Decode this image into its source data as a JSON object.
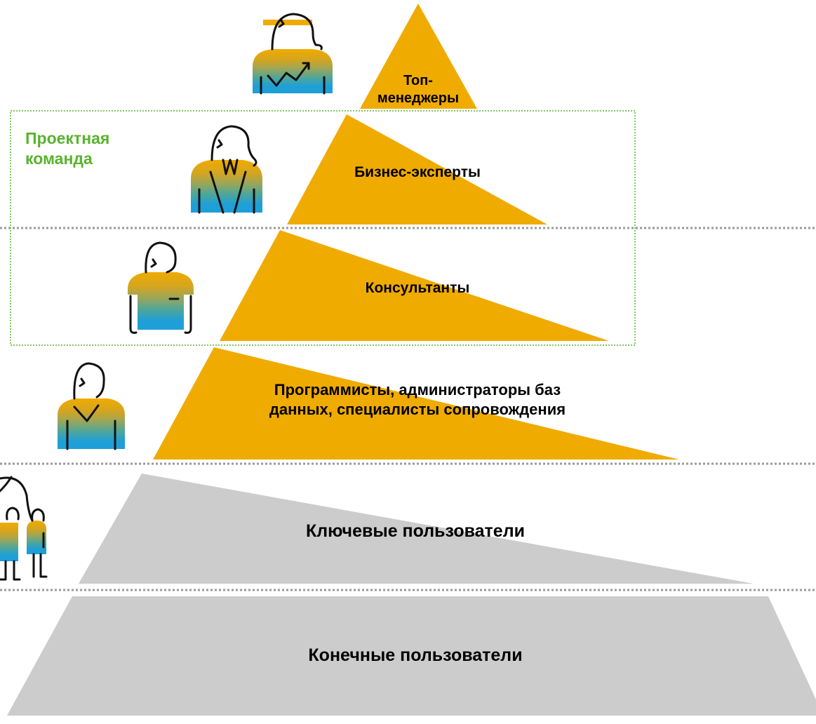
{
  "diagram": {
    "team_label": "Проектная команда",
    "levels": [
      {
        "id": "top-managers",
        "text": "Топ-\nменеджеры",
        "color": "#f0ab00",
        "icon": "woman-chart-icon"
      },
      {
        "id": "business-experts",
        "text": "Бизнес-эксперты",
        "color": "#f0ab00",
        "icon": "businesswoman-icon"
      },
      {
        "id": "consultants",
        "text": "Консультанты",
        "color": "#f0ab00",
        "icon": "consultant-icon"
      },
      {
        "id": "programmers",
        "text": "Программисты, администраторы баз\nданных, специалисты сопровождения",
        "color": "#f0ab00",
        "icon": "programmer-icon"
      },
      {
        "id": "key-users",
        "text": "Ключевые пользователи",
        "color": "#cccccc",
        "icon": "key-users-icon"
      },
      {
        "id": "end-users",
        "text": "Конечные пользователи",
        "color": "#cccccc",
        "icon": ""
      }
    ],
    "colors": {
      "accent": "#f0ab00",
      "users": "#cccccc",
      "team_border": "#59b32e",
      "divider": "#999999"
    }
  }
}
